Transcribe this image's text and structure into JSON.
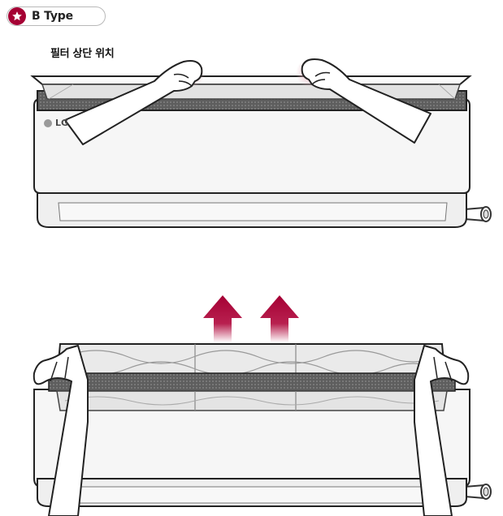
{
  "badge": {
    "label": "B Type",
    "icon": "star-icon",
    "color": "#a50034"
  },
  "caption": "필터 상단 위치",
  "brand": "LG",
  "arrow_color": "#a50034",
  "highlight_color": "#e8b4bf"
}
